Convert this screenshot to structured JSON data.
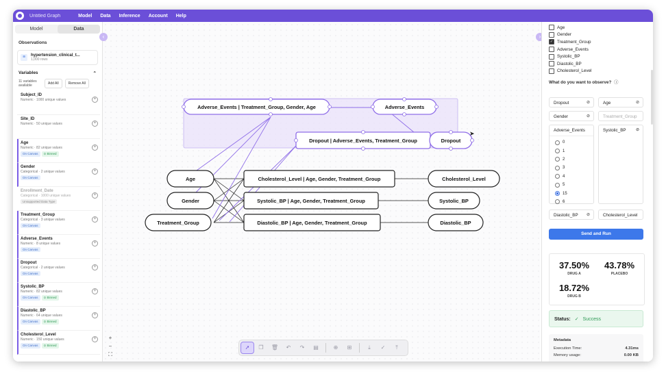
{
  "app": {
    "title": "Untitled Graph",
    "menu": [
      "Model",
      "Data",
      "Inference",
      "Account",
      "Help"
    ]
  },
  "left": {
    "tabs": [
      "Model",
      "Data"
    ],
    "observations_title": "Observations",
    "dataset": {
      "name": "hypertension_clinical_t...",
      "rows": "1,000 rows"
    },
    "variables_title": "Variables",
    "available": "11 variables available",
    "add_all": "Add All",
    "remove_all": "Remove All",
    "variables": [
      {
        "name": "Subject_ID",
        "desc": "Numeric · 1000 unique values",
        "badges": []
      },
      {
        "name": "Site_ID",
        "desc": "Numeric · 50 unique values",
        "badges": []
      },
      {
        "name": "Age",
        "desc": "Numeric · 82 unique values",
        "badges": [
          "On Canvas",
          "Binned"
        ]
      },
      {
        "name": "Gender",
        "desc": "Categorical · 2 unique values",
        "badges": [
          "On Canvas"
        ]
      },
      {
        "name": "Enrollment_Date",
        "desc": "Categorical · 1000 unique values",
        "badges": [
          "Unsupported Data Type"
        ]
      },
      {
        "name": "Treatment_Group",
        "desc": "Categorical · 3 unique values",
        "badges": [
          "On Canvas"
        ]
      },
      {
        "name": "Adverse_Events",
        "desc": "Numeric · 8 unique values",
        "badges": [
          "On Canvas"
        ]
      },
      {
        "name": "Dropout",
        "desc": "Categorical · 2 unique values",
        "badges": [
          "On Canvas"
        ]
      },
      {
        "name": "Systolic_BP",
        "desc": "Numeric · 82 unique values",
        "badges": [
          "On Canvas",
          "Binned"
        ]
      },
      {
        "name": "Diastolic_BP",
        "desc": "Numeric · 64 unique values",
        "badges": [
          "On Canvas",
          "Binned"
        ]
      },
      {
        "name": "Cholesterol_Level",
        "desc": "Numeric · 150 unique values",
        "badges": [
          "On Canvas",
          "Binned"
        ]
      }
    ]
  },
  "graph": {
    "nodes": {
      "n1": "Adverse_Events | Treatment_Group, Gender, Age",
      "n2": "Adverse_Events",
      "n3": "Dropout | Adverse_Events, Treatment_Group",
      "n4": "Dropout",
      "n5": "Age",
      "n6": "Gender",
      "n7": "Treatment_Group",
      "n8": "Cholesterol_Level | Age, Gender, Treatment_Group",
      "n9": "Systolic_BP | Age, Gender, Treatment_Group",
      "n10": "Diastolic_BP | Age, Gender, Treatment_Group",
      "n11": "Cholesterol_Level",
      "n12": "Systolic_BP",
      "n13": "Diastolic_BP"
    }
  },
  "right": {
    "checklist": [
      {
        "label": "Age",
        "checked": false
      },
      {
        "label": "Gender",
        "checked": false
      },
      {
        "label": "Treatment_Group",
        "checked": true
      },
      {
        "label": "Adverse_Events",
        "checked": false
      },
      {
        "label": "Systolic_BP",
        "checked": false
      },
      {
        "label": "Diastolic_BP",
        "checked": false
      },
      {
        "label": "Cholesterol_Level",
        "checked": false
      }
    ],
    "question": "What do you want to observe?",
    "obs": {
      "dropout": "Dropout",
      "age": "Age",
      "gender": "Gender",
      "treatment_placeholder": "Treatment_Group",
      "adverse": "Adverse_Events",
      "systolic": "Systolic_BP",
      "diastolic": "Diastolic_BP",
      "cholesterol": "Cholesterol_Level",
      "adverse_options": [
        "0",
        "1",
        "2",
        "3",
        "4",
        "5",
        "15",
        "6"
      ],
      "adverse_selected": "15"
    },
    "run": "Send and Run",
    "results": [
      {
        "value": "37.50%",
        "label": "DRUG A"
      },
      {
        "value": "43.78%",
        "label": "PLACEBO"
      },
      {
        "value": "18.72%",
        "label": "DRUG B"
      }
    ],
    "status": {
      "label": "Status:",
      "value": "Success"
    },
    "meta": {
      "title": "Metadata",
      "exec_label": "Execution Time:",
      "exec_value": "4.31ms",
      "mem_label": "Memory usage:",
      "mem_value": "0.00 KB"
    }
  },
  "colors": {
    "accent": "#6b4fd8",
    "run": "#3d78ea",
    "success": "#2f9a56",
    "highlight": "#e9e2fb"
  }
}
